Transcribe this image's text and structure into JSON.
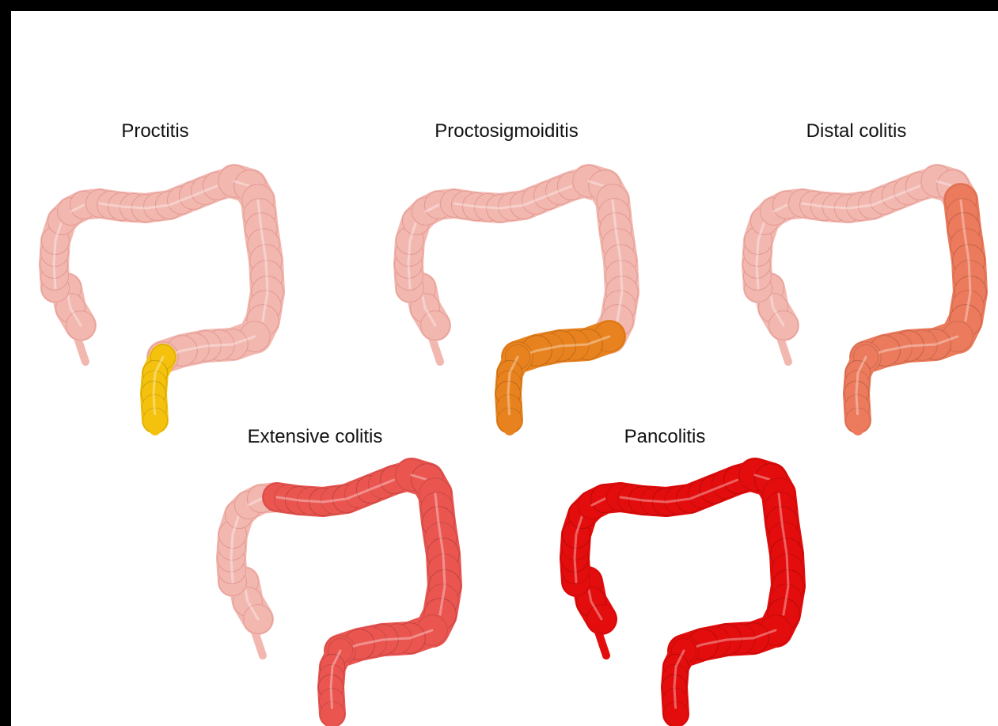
{
  "panels": [
    {
      "id": "proctitis",
      "label": "Proctitis",
      "affected": [
        "rectum"
      ],
      "color": "#f4c20d"
    },
    {
      "id": "proctosigmoiditis",
      "label": "Proctosigmoiditis",
      "affected": [
        "rectum",
        "sigmoid"
      ],
      "color": "#e8821e"
    },
    {
      "id": "distal-colitis",
      "label": "Distal colitis",
      "affected": [
        "rectum",
        "sigmoid",
        "descending"
      ],
      "color": "#ec7a5c"
    },
    {
      "id": "extensive-colitis",
      "label": "Extensive colitis",
      "affected": [
        "rectum",
        "sigmoid",
        "descending",
        "splenic",
        "transverse"
      ],
      "color": "#ea5550"
    },
    {
      "id": "pancolitis",
      "label": "Pancolitis",
      "affected": [
        "rectum",
        "sigmoid",
        "descending",
        "splenic",
        "transverse",
        "hepatic",
        "ascending",
        "cecum"
      ],
      "color": "#e30d0d"
    }
  ],
  "colors": {
    "healthy": "#f2b8b0",
    "healthy_outline": "#e39a93",
    "frame": "#000000",
    "background": "#ffffff"
  }
}
